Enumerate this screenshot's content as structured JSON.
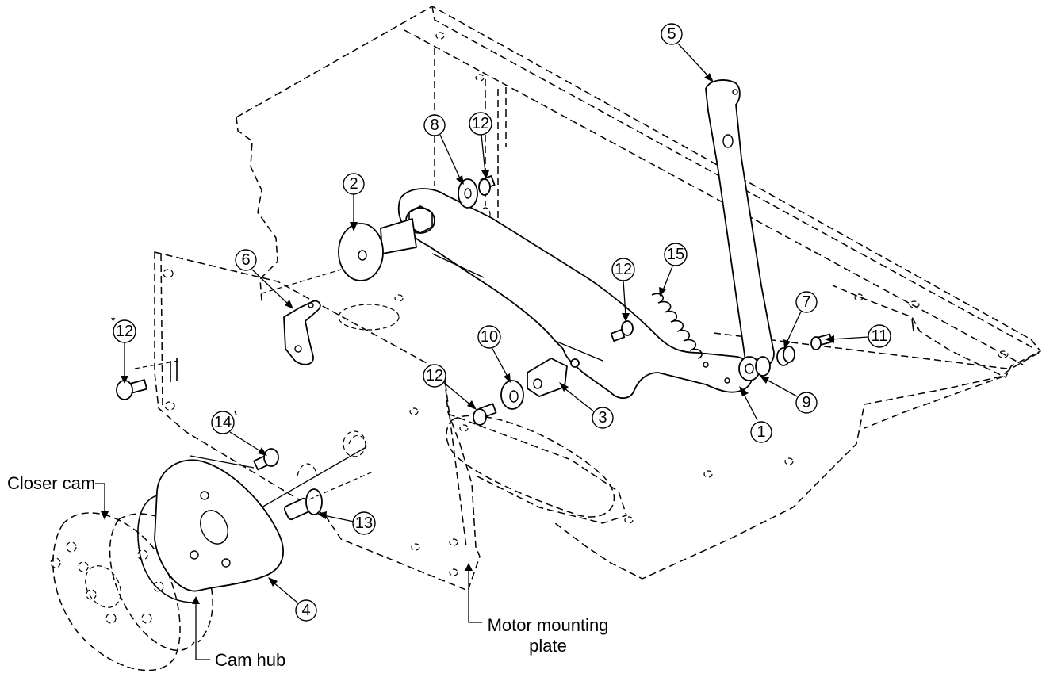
{
  "labels": {
    "closer_cam": "Closer cam",
    "cam_hub": "Cam hub",
    "motor_plate_line1": "Motor mounting",
    "motor_plate_line2": "plate"
  },
  "callouts": {
    "c1": "1",
    "c2": "2",
    "c3": "3",
    "c4": "4",
    "c5": "5",
    "c6": "6",
    "c7": "7",
    "c8": "8",
    "c9": "9",
    "c10": "10",
    "c11": "11",
    "c12a": "12",
    "c12b": "12",
    "c12c": "12",
    "c12d": "12",
    "c13": "13",
    "c14": "14",
    "c15": "15"
  },
  "marks": {
    "asterisk": "*"
  }
}
